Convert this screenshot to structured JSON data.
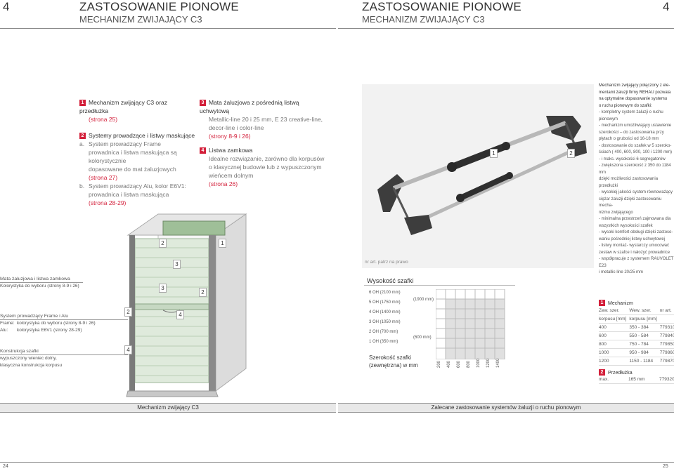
{
  "header_left": {
    "number": "4",
    "title": "ZASTOSOWANIE PIONOWE",
    "subtitle": "MECHANIZM ZWIJAJĄCY C3"
  },
  "header_right": {
    "number": "4",
    "title": "ZASTOSOWANIE PIONOWE",
    "subtitle": "MECHANIZM ZWIJAJĄCY C3"
  },
  "legend_col1": {
    "item1": {
      "num": "1",
      "title": "Mechanizm zwijający C3 oraz przedłużka",
      "ref": "(strona 25)"
    },
    "item2": {
      "num": "2",
      "title": "Systemy prowadzące i listwy maskujące"
    },
    "a": {
      "label": "a.",
      "text1": "System prowadzący Frame",
      "text2": "prowadnica i listwa maskująca są kolorystycznie",
      "text3": "dopasowane do mat żaluzjowych",
      "ref": "(strona 27)"
    },
    "b": {
      "label": "b.",
      "text1": "System prowadzący Alu, kolor E6V1:",
      "text2": "prowadnica i listwa maskująca",
      "ref": "(strona 28-29)"
    }
  },
  "legend_col2": {
    "item3": {
      "num": "3",
      "title": "Mata żaluzjowa z pośrednią listwą uchwytową",
      "text1": "Metallic-line 20 i 25 mm, E 23 creative-line,",
      "text2": "decor-line i color-line",
      "ref": "(strony 8-9 i 26)"
    },
    "item4": {
      "num": "4",
      "title": "Listwa zamkowa",
      "text1": "Idealne rozwiązanie, zarówno dla korpusów",
      "text2": "o klasycznej budowie lub z wypuszczonym",
      "text3": "wieńcem dolnym",
      "ref": "(strona 26)"
    }
  },
  "diagram_tags": {
    "t1": "1",
    "t2": "2",
    "t3": "3",
    "t2b": "2",
    "t3b": "3",
    "t4": "4",
    "t2c": "2",
    "t4b": "4",
    "t1r": "1",
    "t2r": "2"
  },
  "side_labels": {
    "mat": {
      "title": "Mata żaluzjowa i listwa zamkowa",
      "text": "Kolorystyka do wyboru (strony 8-9 i 26)"
    },
    "system": {
      "title": "System prowadzący Frame i Alu",
      "frame_label": "Frame:",
      "frame_text": "kolorystyka do wyboru (strony 8-9 i 26)",
      "alu_label": "Alu:",
      "alu_text": "kolorystyka E6V1 (strony 28-29)"
    },
    "konstr": {
      "title": "Konstrukcja szafki",
      "text1": "wypuszczony wieniec dolny,",
      "text2": "klasyczna konstrukcja korpusu"
    }
  },
  "photo_caption": "nr art. patrz na prawo",
  "features": {
    "intro1": "Mechanizm zwijający połączony z ele-",
    "intro2": "mentami żaluzji firmy REHAU pozwala",
    "intro3": "na optymalne dopasowanie systemu",
    "intro4": "o ruchu pionowym do szafki:",
    "items": [
      "- kompletny system żaluzji o ruchu",
      "   pionowym",
      "- mechanizm umożliwiający ustawienie",
      "   szerokości – do zastosowania przy",
      "   płytach o grubości od 16-18 mm",
      "- dostosowanie do szafek w 5 szeroko-",
      "   ściach ( 400, 600, 800, 100 i 1200 mm)",
      "- i maks. wysokości 6 segregatorów",
      "- zwiększona szerokość z 350 do 1184 mm",
      "   dzięki możliwości zastosowania przedłużki",
      "- wysokiej jakości system równoważący",
      "   ciężar żaluzji dzięki zastosowaniu mecha-",
      "   nizmu zwijającego",
      "- minimalna przestrzeń zajmowana dla",
      "   wszystkich wysokości szafek",
      "- wysoki komfort obsługi dzięki zastoso-",
      "   waniu pośredniej listwy uchwytowej",
      "- listwy montaż- wystarczy umocować",
      "   zestaw w szafce i nałożyć prowadnice",
      "- współpracuje z systemem RAUVOLET E23",
      "   i metallic-line 20/25 mm"
    ]
  },
  "height_chart": {
    "title": "Wysokość szafki",
    "rows": [
      "6 OH (2100 mm)",
      "5 OH (1750 mm)",
      "4 OH (1400 mm)",
      "3 OH (1050 mm)",
      "2 OH (700 mm)",
      "1 OH (350 mm)"
    ],
    "note_top": "(1900 mm)",
    "note_bottom": "(600 mm)",
    "width_title1": "Szerokość szafki",
    "width_title2": "(zewnętrzna) w mm",
    "widths": [
      "200",
      "400",
      "600",
      "800",
      "1000",
      "1200",
      "1400"
    ]
  },
  "dims_table": {
    "mech_num": "1",
    "mech_title": "Mechanizm",
    "head": [
      "Zew. szer.",
      "Wew. szer.",
      "nr art."
    ],
    "head2": [
      "korpusu [mm]",
      "korpusu [mm]",
      ""
    ],
    "rows": [
      [
        "400",
        "350 - 384",
        "779310"
      ],
      [
        "600",
        "550 - 584",
        "779840"
      ],
      [
        "800",
        "750 - 784",
        "779850"
      ],
      [
        "1000",
        "950 - 984",
        "779860"
      ],
      [
        "1200",
        "1150 - 1184",
        "779870"
      ]
    ],
    "ext_num": "2",
    "ext_title": "Przedłużka",
    "ext_row": [
      "max.",
      "165 mm",
      "779320"
    ]
  },
  "footer": {
    "left_bar": "Mechanizm zwijający C3",
    "right_bar": "Zalecane zastosowanie systemów żaluzji o ruchu pionowym",
    "page_left": "24",
    "page_right": "25"
  },
  "colors": {
    "accent_red": "#d31f3a",
    "slat_green": "#bcd3b8",
    "frame_grey": "#7a7a7a"
  }
}
